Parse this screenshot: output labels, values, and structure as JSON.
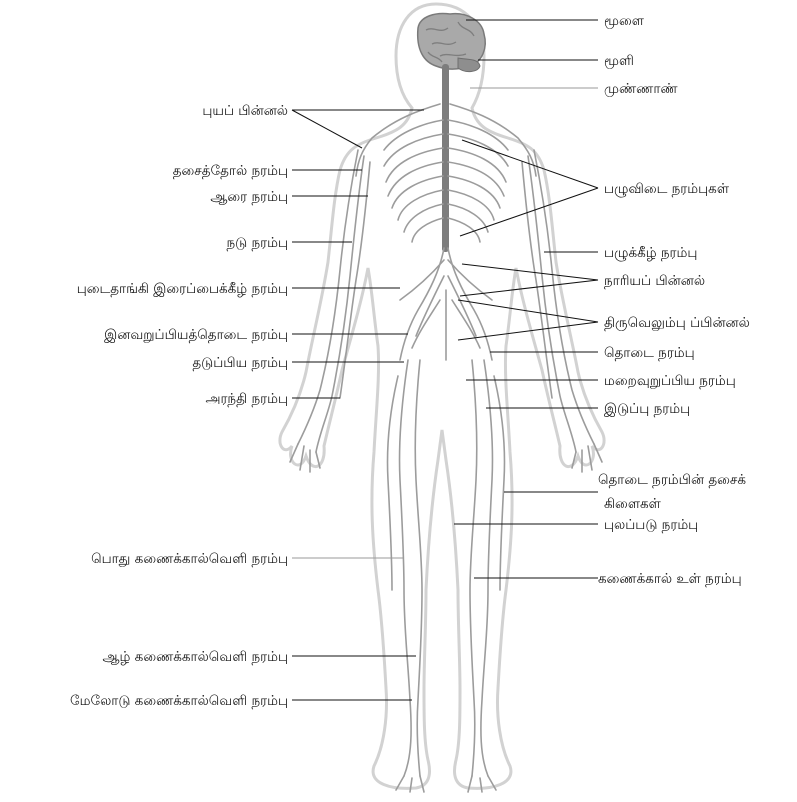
{
  "labels": {
    "brain": "மூளை",
    "cerebellum": "மூளி",
    "spinal_cord": "முண்ணாண்",
    "brachial_plexus": "புயப் பின்னல்",
    "musculocutaneous": "தசைத்தோல் நரம்பு",
    "radial": "ஆரை நரம்பு",
    "median": "நடு நரம்பு",
    "iliohypogastric": "புடைதாங்கி இரைப்பைக்கீழ் நரம்பு",
    "genitofemoral": "இனவறுப்பியத்தொடை நரம்பு",
    "obturator": "தடுப்பிய நரம்பு",
    "ulnar": "அரந்தி நரம்பு",
    "common_peroneal": "பொது கணைக்கால்வெளி நரம்பு",
    "deep_peroneal": "ஆழ் கணைக்கால்வெளி நரம்பு",
    "superficial_peroneal": "மேலோடு கணைக்கால்வெளி நரம்பு",
    "intercostal": "பழுவிடை நரம்புகள்",
    "subcostal": "பழுக்கீழ் நரம்பு",
    "lumbar_plexus": "நாரியப் பின்னல்",
    "sacral_plexus": "திருவெலும்பு ப்பின்னல்",
    "femoral": "தொடை நரம்பு",
    "pudendal": "மறைவுறுப்பிய நரம்பு",
    "sciatic": "இடுப்பு நரம்பு",
    "femoral_muscular_line1": "தொடை நரம்பின் தசைக்",
    "femoral_muscular_line2": "கிளைகள்",
    "saphenous": "புலப்படு நரம்பு",
    "tibial": "கணைக்கால் உள் நரம்பு"
  }
}
